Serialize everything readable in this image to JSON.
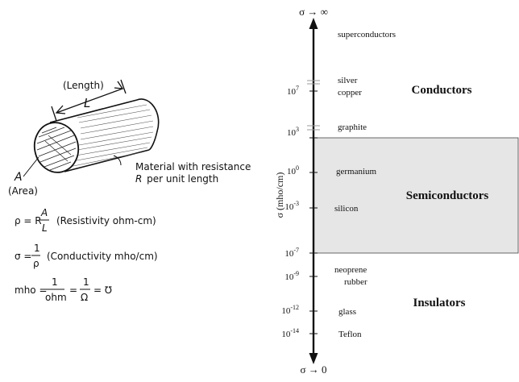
{
  "left_panel": {
    "length_label": "(Length)",
    "length_symbol": "L",
    "area_symbol": "A",
    "area_label": "(Area)",
    "material_line1": "Material with resistance",
    "material_line2_symbol": "R",
    "material_line2_rest": "per unit length",
    "resistivity": {
      "lhs": "ρ = R",
      "num": "A",
      "den": "L",
      "desc": "(Resistivity ohm-cm)"
    },
    "conductivity": {
      "lhs": "σ =",
      "num": "1",
      "den": "ρ",
      "desc": "(Conductivity mho/cm)"
    },
    "mho": {
      "lhs": "mho =",
      "num1": "1",
      "den1": "ohm",
      "eq": "=",
      "num2": "1",
      "den2": "Ω",
      "tail": "= ℧"
    }
  },
  "scale": {
    "top_label": "σ → ∞",
    "bottom_label": "σ → 0",
    "axis_label": "σ (mho/cm)",
    "ticks": [
      {
        "base": "10",
        "exp": "7"
      },
      {
        "base": "10",
        "exp": "3"
      },
      {
        "base": "10",
        "exp": "0"
      },
      {
        "base": "10",
        "exp": "-3"
      },
      {
        "base": "10",
        "exp": "-7"
      },
      {
        "base": "10",
        "exp": "-9"
      },
      {
        "base": "10",
        "exp": "-12"
      },
      {
        "base": "10",
        "exp": "-14"
      }
    ],
    "materials": [
      "superconductors",
      "silver",
      "copper",
      "graphite",
      "germanium",
      "silicon",
      "neoprene",
      "rubber",
      "glass",
      "Teflon"
    ],
    "regions": {
      "conductors": "Conductors",
      "semiconductors": "Semiconductors",
      "insulators": "Insulators"
    },
    "semiconductor_band_color": "#e6e6e6"
  }
}
